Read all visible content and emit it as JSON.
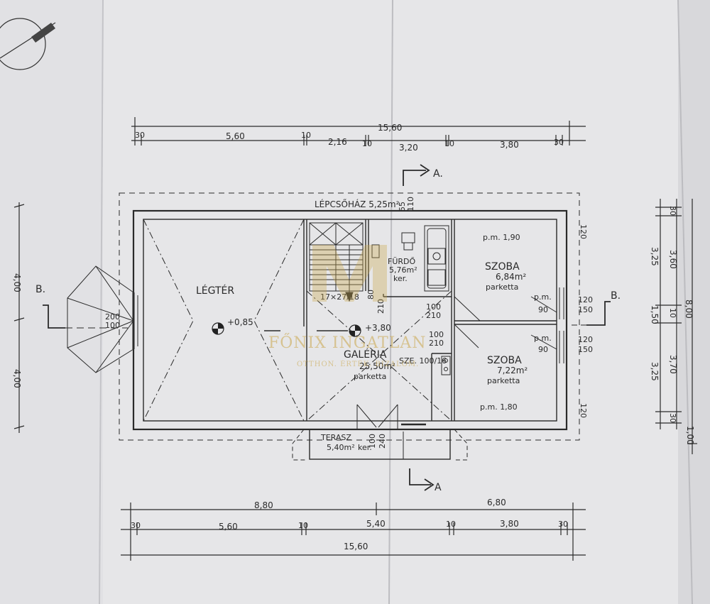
{
  "dimensions": {
    "top_total": "15,60",
    "top_segments": [
      "30",
      "5,60",
      "10",
      "2,16",
      "10",
      "3,20",
      "10",
      "3,80",
      "30"
    ],
    "bottom_upper": [
      "8,80",
      "6,80"
    ],
    "bottom_segments": [
      "30",
      "5,60",
      "10",
      "5,40",
      "10",
      "3,80",
      "30"
    ],
    "bottom_total": "15,60",
    "left": [
      "4,00",
      "4,00"
    ],
    "right_outer": "8,00",
    "right_segments": [
      "30",
      "3,25",
      "1,50",
      "3,25",
      "30"
    ],
    "right_inner": [
      "3,60",
      "10",
      "3,70"
    ],
    "right_extra": "1,00"
  },
  "sections": {
    "a_top": "A.",
    "a_bottom": "A",
    "b_left": "B.",
    "b_right": "B."
  },
  "rooms": {
    "legter": {
      "name": "LÉGTÉR"
    },
    "lepcsohaz": {
      "name": "LÉPCSŐHÁZ 5,25m²"
    },
    "stair": {
      "label": "17×27/18"
    },
    "furdo": {
      "name": "FÜRDŐ",
      "area": "5,76m²",
      "floor": "ker."
    },
    "galeria": {
      "name": "GALÉRIA",
      "area": "25,50m²",
      "floor": "parketta"
    },
    "szoba1": {
      "name": "SZOBA",
      "area": "6,84m²",
      "floor": "parketta",
      "sill": "p.m. 1,90"
    },
    "szoba2": {
      "name": "SZOBA",
      "area": "7,22m²",
      "floor": "parketta",
      "sill": "p.m. 1,80"
    },
    "terasz": {
      "name": "TERASZ",
      "area": "5,40m²",
      "floor": "ker."
    },
    "closet": {
      "label": "SZE. 100/16"
    }
  },
  "levels": {
    "legter": "+0,85",
    "galeria": "+3,80"
  },
  "openings": {
    "left_window": [
      "200",
      "100"
    ],
    "stair_door": [
      "80",
      "210"
    ],
    "door1": [
      "100",
      "210"
    ],
    "door2": [
      "100",
      "210"
    ],
    "win_room1": [
      "120",
      "150"
    ],
    "win_room2": [
      "120",
      "150"
    ],
    "room_pm1": [
      "p.m.",
      "90"
    ],
    "room_pm2": [
      "p.m.",
      "90"
    ],
    "terrace_door": [
      "100",
      "240"
    ],
    "furdo_win": [
      "55",
      "110"
    ],
    "right_top": "120",
    "right_bottom": "120"
  },
  "watermark": {
    "brand": "FŐNIX INGATLAN",
    "tagline": "OTTHON. ÉRTÉK. BIZALOM."
  }
}
